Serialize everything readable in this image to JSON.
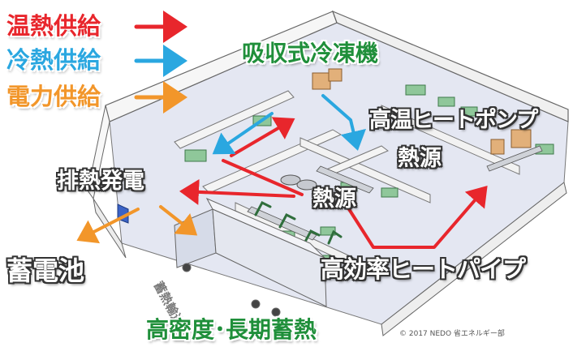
{
  "legend": {
    "items": [
      {
        "label": "温熱供給",
        "color": "#e8262c"
      },
      {
        "label": "冷熱供給",
        "color": "#2aa7e0"
      },
      {
        "label": "電力供給",
        "color": "#f2962a"
      }
    ]
  },
  "labels": {
    "absorption_chiller": "吸収式冷凍機",
    "high_temp_heat_pump": "高温ヒートポンプ",
    "heat_source_right": "熱源",
    "heat_source_center": "熱源",
    "waste_heat_power": "排熱発電",
    "battery": "蓄電池",
    "heat_transport": "蓄熱輸送",
    "heat_pipe": "高効率ヒートパイプ",
    "storage": "高密度･長期蓄熱"
  },
  "credit": "© 2017 NEDO 省エネルギー部",
  "colors": {
    "warm": "#e8262c",
    "cold": "#2aa7e0",
    "power": "#f2962a",
    "label_green": "#1f8f3a",
    "floor": "#e4e7f2",
    "wall": "#f4f4f4"
  }
}
